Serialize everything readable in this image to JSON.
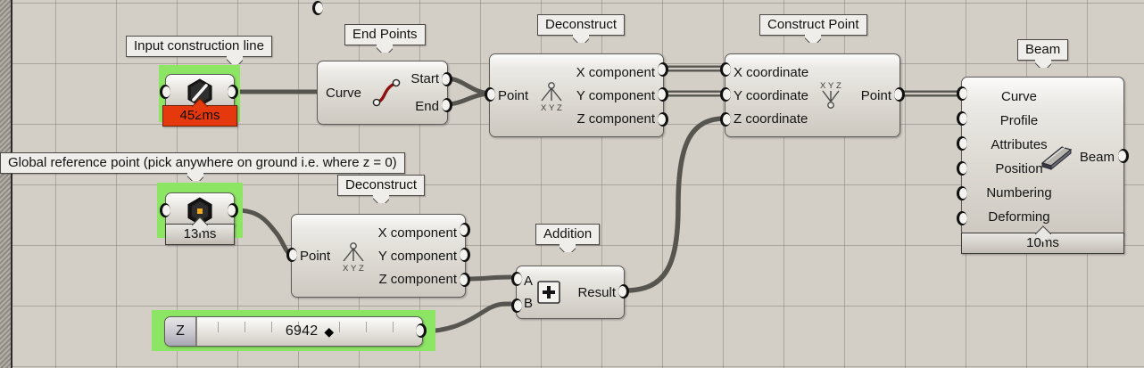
{
  "canvas": {
    "background_color": "#d3cec6",
    "grid_color": "#78756e",
    "selection_color": "#8ce563",
    "wire_color": "#57554f",
    "timer_red": "#e5380c"
  },
  "callouts": {
    "input_construction_line": "Input construction line",
    "end_points": "End Points",
    "deconstruct_top": "Deconstruct",
    "construct_point": "Construct Point",
    "beam": "Beam",
    "global_reference_point": "Global reference point (pick anywhere on ground i.e. where z = 0)",
    "deconstruct_bottom": "Deconstruct",
    "addition": "Addition"
  },
  "nodes": {
    "curve_param": {
      "name": "Input construction line",
      "icon": "curve-param-icon",
      "timer": "452ms",
      "timer_state": "slow",
      "selected": true
    },
    "end_points": {
      "name": "End Points",
      "icon": "end-points-icon",
      "inputs": [
        "Curve"
      ],
      "outputs": [
        "Start",
        "End"
      ]
    },
    "deconstruct_top": {
      "name": "Deconstruct",
      "icon": "deconstruct-xyz-icon",
      "inputs": [
        "Point"
      ],
      "outputs": [
        "X component",
        "Y component",
        "Z component"
      ]
    },
    "construct_point": {
      "name": "Construct Point",
      "icon": "construct-xyz-icon",
      "inputs": [
        "X coordinate",
        "Y coordinate",
        "Z coordinate"
      ],
      "outputs": [
        "Point"
      ]
    },
    "beam": {
      "name": "Beam",
      "icon": "beam-icon",
      "inputs": [
        "Curve",
        "Profile",
        "Attributes",
        "Position",
        "Numbering",
        "Deforming"
      ],
      "outputs": [
        "Beam"
      ],
      "timer": "10ms",
      "timer_state": "fast"
    },
    "point_param": {
      "name": "Global reference point (pick anywhere on ground i.e. where z = 0)",
      "icon": "point-param-icon",
      "timer": "13ms",
      "timer_state": "fast",
      "selected": true
    },
    "deconstruct_bottom": {
      "name": "Deconstruct",
      "icon": "deconstruct-xyz-icon",
      "inputs": [
        "Point"
      ],
      "outputs": [
        "X component",
        "Y component",
        "Z component"
      ]
    },
    "addition": {
      "name": "Addition",
      "icon": "plus-icon",
      "inputs": [
        "A",
        "B"
      ],
      "outputs": [
        "Result"
      ]
    },
    "slider": {
      "name": "Z",
      "label": "Z",
      "value": "6942",
      "handle_glyph": "◆",
      "selected": true
    }
  }
}
